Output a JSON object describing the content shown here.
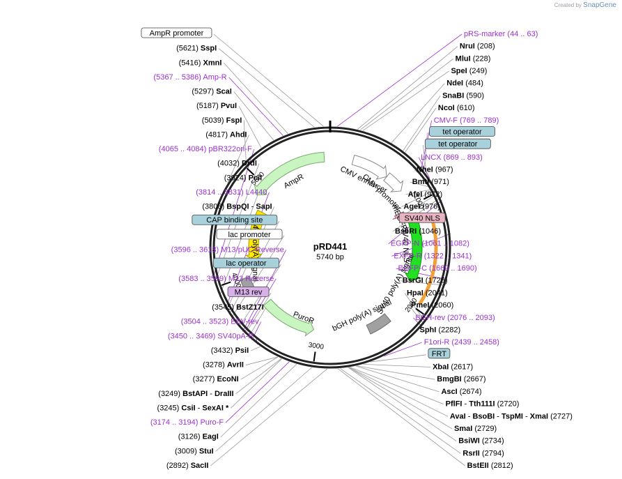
{
  "credit": {
    "prefix": "Created by",
    "brand": "SnapGene"
  },
  "plasmid": {
    "name": "pRD441",
    "length": "5740 bp",
    "total_bp": 5740
  },
  "ticks": [
    {
      "label": "1000",
      "bp": 1000
    },
    {
      "label": "2000",
      "bp": 2000
    },
    {
      "label": "3000",
      "bp": 3000
    },
    {
      "label": "4000",
      "bp": 4000
    },
    {
      "label": "5000",
      "bp": 5000
    }
  ],
  "right_labels": [
    {
      "kind": "feature",
      "name": "pRS-marker",
      "pos": "(44 .. 63)",
      "bp": 54
    },
    {
      "kind": "enzyme",
      "name": "NruI",
      "pos": "(208)",
      "bp": 208
    },
    {
      "kind": "enzyme",
      "name": "MluI",
      "pos": "(228)",
      "bp": 228
    },
    {
      "kind": "enzyme",
      "name": "SpeI",
      "pos": "(249)",
      "bp": 249
    },
    {
      "kind": "enzyme",
      "name": "NdeI",
      "pos": "(484)",
      "bp": 484
    },
    {
      "kind": "enzyme",
      "name": "SnaBI",
      "pos": "(590)",
      "bp": 590
    },
    {
      "kind": "enzyme",
      "name": "NcoI",
      "pos": "(610)",
      "bp": 610
    },
    {
      "kind": "feature",
      "name": "CMV-F",
      "pos": "(769 .. 789)",
      "bp": 779
    },
    {
      "kind": "box",
      "name": "tet operator",
      "pos": "",
      "bp": 810,
      "fill": "#a8d1dc"
    },
    {
      "kind": "box",
      "name": "tet operator",
      "pos": "",
      "bp": 840,
      "fill": "#a8d1dc"
    },
    {
      "kind": "feature",
      "name": "LNCX",
      "pos": "(869 .. 893)",
      "bp": 881
    },
    {
      "kind": "enzyme",
      "name": "NheI",
      "pos": "(967)",
      "bp": 967
    },
    {
      "kind": "enzyme",
      "name": "BmtI",
      "pos": "(971)",
      "bp": 971
    },
    {
      "kind": "enzyme",
      "name": "AfeI",
      "pos": "(972)",
      "bp": 972
    },
    {
      "kind": "enzyme",
      "name": "AgeI",
      "pos": "(976)",
      "bp": 976
    },
    {
      "kind": "box",
      "name": "SV40 NLS",
      "pos": "",
      "bp": 1010,
      "fill": "#e7b3c2"
    },
    {
      "kind": "enzyme",
      "name": "BseRI",
      "pos": "(1046)",
      "bp": 1046
    },
    {
      "kind": "feature",
      "name": "EGFP-N",
      "pos": "(1061 .. 1082)",
      "bp": 1071
    },
    {
      "kind": "feature",
      "name": "EXFP-R",
      "pos": "(1322 .. 1341)",
      "bp": 1331
    },
    {
      "kind": "feature",
      "name": "EGFP-C",
      "pos": "(1669 .. 1690)",
      "bp": 1679
    },
    {
      "kind": "enzyme",
      "name": "BsrGI",
      "pos": "(1725)",
      "bp": 1725
    },
    {
      "kind": "enzyme",
      "name": "HpaI",
      "pos": "(2041)",
      "bp": 2041
    },
    {
      "kind": "enzyme",
      "name": "PmeI",
      "pos": "(2060)",
      "bp": 2060
    },
    {
      "kind": "feature",
      "name": "BGH-rev",
      "pos": "(2076 .. 2093)",
      "bp": 2084
    },
    {
      "kind": "enzyme",
      "name": "SphI",
      "pos": "(2282)",
      "bp": 2282
    },
    {
      "kind": "feature",
      "name": "F1ori-R",
      "pos": "(2439 .. 2458)",
      "bp": 2448
    },
    {
      "kind": "box",
      "name": "FRT",
      "pos": "",
      "bp": 2560,
      "fill": "#a8d1dc"
    },
    {
      "kind": "enzyme",
      "name": "XbaI",
      "pos": "(2617)",
      "bp": 2617
    },
    {
      "kind": "enzyme",
      "name": "BmgBI",
      "pos": "(2667)",
      "bp": 2667
    },
    {
      "kind": "enzyme",
      "name": "AscI",
      "pos": "(2674)",
      "bp": 2674
    },
    {
      "kind": "multi",
      "names": [
        "PflFI",
        "Tth111I"
      ],
      "pos": "(2720)",
      "bp": 2720
    },
    {
      "kind": "multi",
      "names": [
        "AvaI",
        "BsoBI",
        "TspMI",
        "XmaI"
      ],
      "pos": "(2727)",
      "bp": 2727
    },
    {
      "kind": "enzyme",
      "name": "SmaI",
      "pos": "(2729)",
      "bp": 2729
    },
    {
      "kind": "enzyme",
      "name": "BsiWI",
      "pos": "(2734)",
      "bp": 2734
    },
    {
      "kind": "enzyme",
      "name": "RsrII",
      "pos": "(2794)",
      "bp": 2794
    },
    {
      "kind": "enzyme",
      "name": "BstEII",
      "pos": "(2812)",
      "bp": 2812
    }
  ],
  "left_labels": [
    {
      "kind": "box",
      "name": "AmpR promoter",
      "pos": "",
      "bp": 5690,
      "fill": "#ffffff"
    },
    {
      "kind": "enzyme",
      "name": "SspI",
      "pos": "(5621)",
      "bp": 5621
    },
    {
      "kind": "enzyme",
      "name": "XmnI",
      "pos": "(5416)",
      "bp": 5416
    },
    {
      "kind": "feature",
      "name": "Amp-R",
      "pos": "(5367 .. 5386)",
      "bp": 5376
    },
    {
      "kind": "enzyme",
      "name": "ScaI",
      "pos": "(5297)",
      "bp": 5297
    },
    {
      "kind": "enzyme",
      "name": "PvuI",
      "pos": "(5187)",
      "bp": 5187
    },
    {
      "kind": "enzyme",
      "name": "FspI",
      "pos": "(5039)",
      "bp": 5039
    },
    {
      "kind": "enzyme",
      "name": "AhdI",
      "pos": "(4817)",
      "bp": 4817
    },
    {
      "kind": "feature",
      "name": "pBR322ori-F",
      "pos": "(4065 .. 4084)",
      "bp": 4074
    },
    {
      "kind": "enzyme",
      "name": "DrdI",
      "pos": "(4032)",
      "bp": 4032
    },
    {
      "kind": "enzyme",
      "name": "PciI",
      "pos": "(3924)",
      "bp": 3924
    },
    {
      "kind": "feature",
      "name": "L4440",
      "pos": "(3814 .. 3831)",
      "bp": 3822
    },
    {
      "kind": "multi",
      "names": [
        "BspQI",
        "SapI"
      ],
      "pos": "(3808)",
      "bp": 3808
    },
    {
      "kind": "box",
      "name": "CAP binding site",
      "pos": "",
      "bp": 3770,
      "fill": "#a8d1dc"
    },
    {
      "kind": "box",
      "name": "lac promoter",
      "pos": "",
      "bp": 3740,
      "fill": "#ffffff"
    },
    {
      "kind": "feature",
      "name": "M13/pUC Reverse",
      "pos": "(3596 .. 3618)",
      "bp": 3607
    },
    {
      "kind": "box",
      "name": "lac operator",
      "pos": "",
      "bp": 3650,
      "fill": "#a8d1dc"
    },
    {
      "kind": "feature",
      "name": "M13 Reverse",
      "pos": "(3583 .. 3599)",
      "bp": 3591
    },
    {
      "kind": "box",
      "name": "M13 rev",
      "pos": "",
      "bp": 3580,
      "fill": "#d8b0e8"
    },
    {
      "kind": "enzyme",
      "name": "BstZ17I",
      "pos": "(3545)",
      "bp": 3545
    },
    {
      "kind": "feature",
      "name": "EBV-rev",
      "pos": "(3504 .. 3523)",
      "bp": 3513
    },
    {
      "kind": "feature",
      "name": "SV40pA-R",
      "pos": "(3450 .. 3469)",
      "bp": 3459
    },
    {
      "kind": "enzyme",
      "name": "PsiI",
      "pos": "(3432)",
      "bp": 3432
    },
    {
      "kind": "enzyme",
      "name": "AvrII",
      "pos": "(3278)",
      "bp": 3278
    },
    {
      "kind": "enzyme",
      "name": "EcoNI",
      "pos": "(3277)",
      "bp": 3277
    },
    {
      "kind": "multi",
      "names": [
        "BstAPI",
        "DraIII"
      ],
      "pos": "(3249)",
      "bp": 3249
    },
    {
      "kind": "multi",
      "names": [
        "CsiI",
        "SexAI *"
      ],
      "pos": "(3245)",
      "bp": 3245
    },
    {
      "kind": "feature",
      "name": "Puro-F",
      "pos": "(3174 .. 3194)",
      "bp": 3184
    },
    {
      "kind": "enzyme",
      "name": "EagI",
      "pos": "(3126)",
      "bp": 3126
    },
    {
      "kind": "enzyme",
      "name": "StuI",
      "pos": "(3009)",
      "bp": 3009
    },
    {
      "kind": "enzyme",
      "name": "SacII",
      "pos": "(2892)",
      "bp": 2892
    }
  ],
  "inner_features": [
    {
      "name": "CMV enhancer",
      "start": 235,
      "end": 615,
      "dir": "cw",
      "fill": "#ffffff",
      "stroke": "#888888",
      "r": 130
    },
    {
      "name": "CMV promoter",
      "start": 616,
      "end": 820,
      "dir": "cw",
      "fill": "#ffffff",
      "stroke": "#888888",
      "r": 130
    },
    {
      "name": "mEGFP",
      "start": 1080,
      "end": 1800,
      "dir": "cw",
      "fill": "#22e022",
      "stroke": "#1a8c1a",
      "r": 125
    },
    {
      "name": "SV40 NLS",
      "start": 1020,
      "end": 1060,
      "dir": "cw",
      "fill": "#e7b3c2",
      "stroke": "#a0607a",
      "r": 110
    },
    {
      "name": "bGH poly(A) signal",
      "start": 2240,
      "end": 2470,
      "dir": "none",
      "fill": "#a0a0a0",
      "stroke": "#707070",
      "r": 130
    },
    {
      "name": "PuroR",
      "start": 3050,
      "end": 3650,
      "dir": "ccw",
      "fill": "#c9f5c0",
      "stroke": "#7aa870",
      "r": 120
    },
    {
      "name": "SV40 poly(A) signal",
      "start": 3860,
      "end": 3990,
      "dir": "none",
      "fill": "#a0a0a0",
      "stroke": "#707070",
      "r": 130
    },
    {
      "name": "ori",
      "start": 4150,
      "end": 4740,
      "dir": "ccw",
      "fill": "#ffea00",
      "stroke": "#a89a00",
      "r": 110
    },
    {
      "name": "AmpR",
      "start": 4870,
      "end": 5680,
      "dir": "ccw",
      "fill": "#c9f5c0",
      "stroke": "#7aa870",
      "r": 130
    }
  ],
  "feature_labels": [
    {
      "text": "CMV enhancer",
      "bp": 420
    },
    {
      "text": "CMV promoter",
      "bp": 690
    },
    {
      "text": "mEGFP",
      "bp": 1060
    },
    {
      "text": "SV40 NLS",
      "bp": 1400
    },
    {
      "text": "SV40 poly(A) signal",
      "bp": 1900
    },
    {
      "text": "bGH poly(A) signal",
      "bp": 2470
    },
    {
      "text": "PuroR",
      "bp": 3200
    },
    {
      "text": "SV40 poly(A) signal",
      "bp": 4300
    },
    {
      "text": "ori",
      "bp": 4500
    },
    {
      "text": "AmpR",
      "bp": 5280
    }
  ]
}
